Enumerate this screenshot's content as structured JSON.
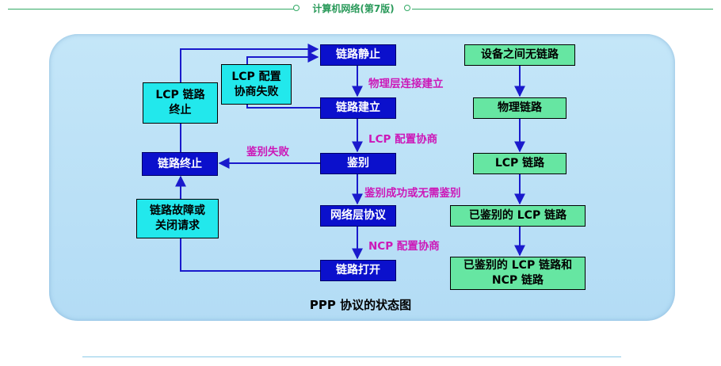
{
  "header": {
    "title": "计算机网络(第7版)"
  },
  "diagram": {
    "caption": "PPP 协议的状态图",
    "states": {
      "link_dead": "链路静止",
      "link_establish": "链路建立",
      "authenticate": "鉴别",
      "network": "网络层协议",
      "link_open": "链路打开",
      "link_terminate": "链路终止"
    },
    "notes": {
      "lcp_terminate": "LCP 链路终止",
      "lcp_fail": "LCP 配置协商失败",
      "link_fault": "链路故障或关闭请求"
    },
    "transitions": {
      "physical_up": "物理层连接建立",
      "lcp_negotiate": "LCP 配置协商",
      "auth_fail": "鉴别失败",
      "auth_success": "鉴别成功或无需鉴别",
      "ncp_negotiate": "NCP 配置协商"
    },
    "status_chain": {
      "no_link": "设备之间无链路",
      "physical_link": "物理链路",
      "lcp_link": "LCP 链路",
      "auth_lcp_link": "已鉴别的 LCP 链路",
      "auth_lcp_ncp_link": "已鉴别的 LCP 链路和 NCP 链路"
    },
    "colors": {
      "state_box": "#0b10cc",
      "note_box": "#22e8ec",
      "status_box": "#66e6a2",
      "transition_label": "#cc18b8",
      "arrow": "#1a1acc",
      "background": "#c4e6f8"
    }
  }
}
